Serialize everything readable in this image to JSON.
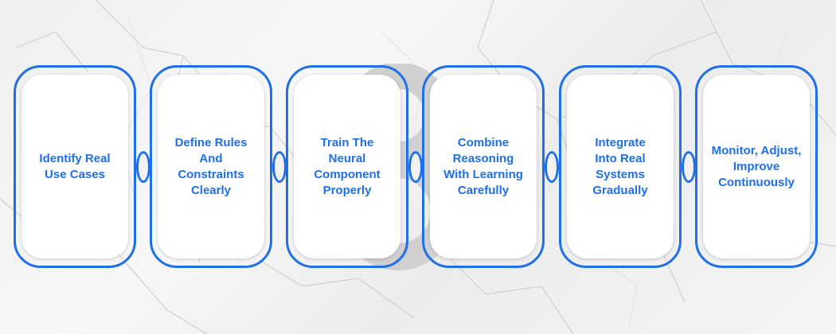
{
  "accent_color": "#1e6fe8",
  "steps": [
    {
      "label": "Identify Real\nUse Cases"
    },
    {
      "label": "Define Rules\nAnd\nConstraints\nClearly"
    },
    {
      "label": "Train The\nNeural\nComponent\nProperly"
    },
    {
      "label": "Combine\nReasoning\nWith Learning\nCarefully"
    },
    {
      "label": "Integrate\nInto Real\nSystems\nGradually"
    },
    {
      "label": "Monitor, Adjust,\nImprove\nContinuously"
    }
  ]
}
